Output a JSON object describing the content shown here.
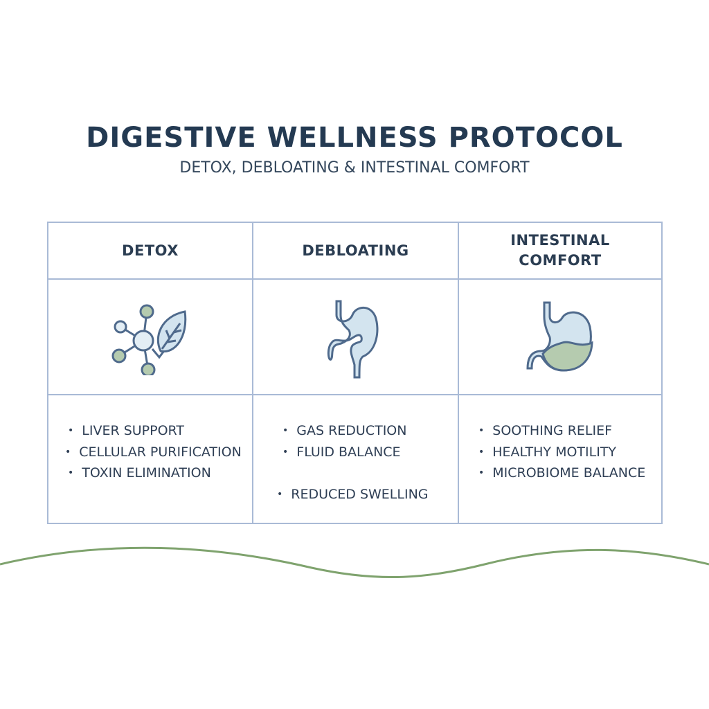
{
  "title": "DIGESTIVE WELLNESS PROTOCOL",
  "subtitle": "DETOX, DEBLOATING & INTESTINAL COMFORT",
  "columns": [
    {
      "heading": "DETOX",
      "icon": "molecule-leaf-icon",
      "items": [
        "LIVER SUPPORT",
        "CELLULAR PURIFICATION",
        "TOXIN ELIMINATION"
      ]
    },
    {
      "heading": "DEBLOATING",
      "icon": "stomach-intestine-icon",
      "items": [
        "GAS REDUCTION",
        "FLUID BALANCE",
        "REDUCED SWELLING"
      ]
    },
    {
      "heading": "INTESTINAL COMFORT",
      "icon": "stomach-icon",
      "items": [
        "SOOTHING RELIEF",
        "HEALTHY MOTILITY",
        "MICROBIOME BALANCE"
      ]
    }
  ],
  "colors": {
    "outline": "#4f6a8c",
    "fill_blue": "#d3e4ef",
    "fill_green": "#b5cbaf",
    "grid": "#a9bad6",
    "wave": "#7fa36e",
    "text": "#243a52"
  }
}
